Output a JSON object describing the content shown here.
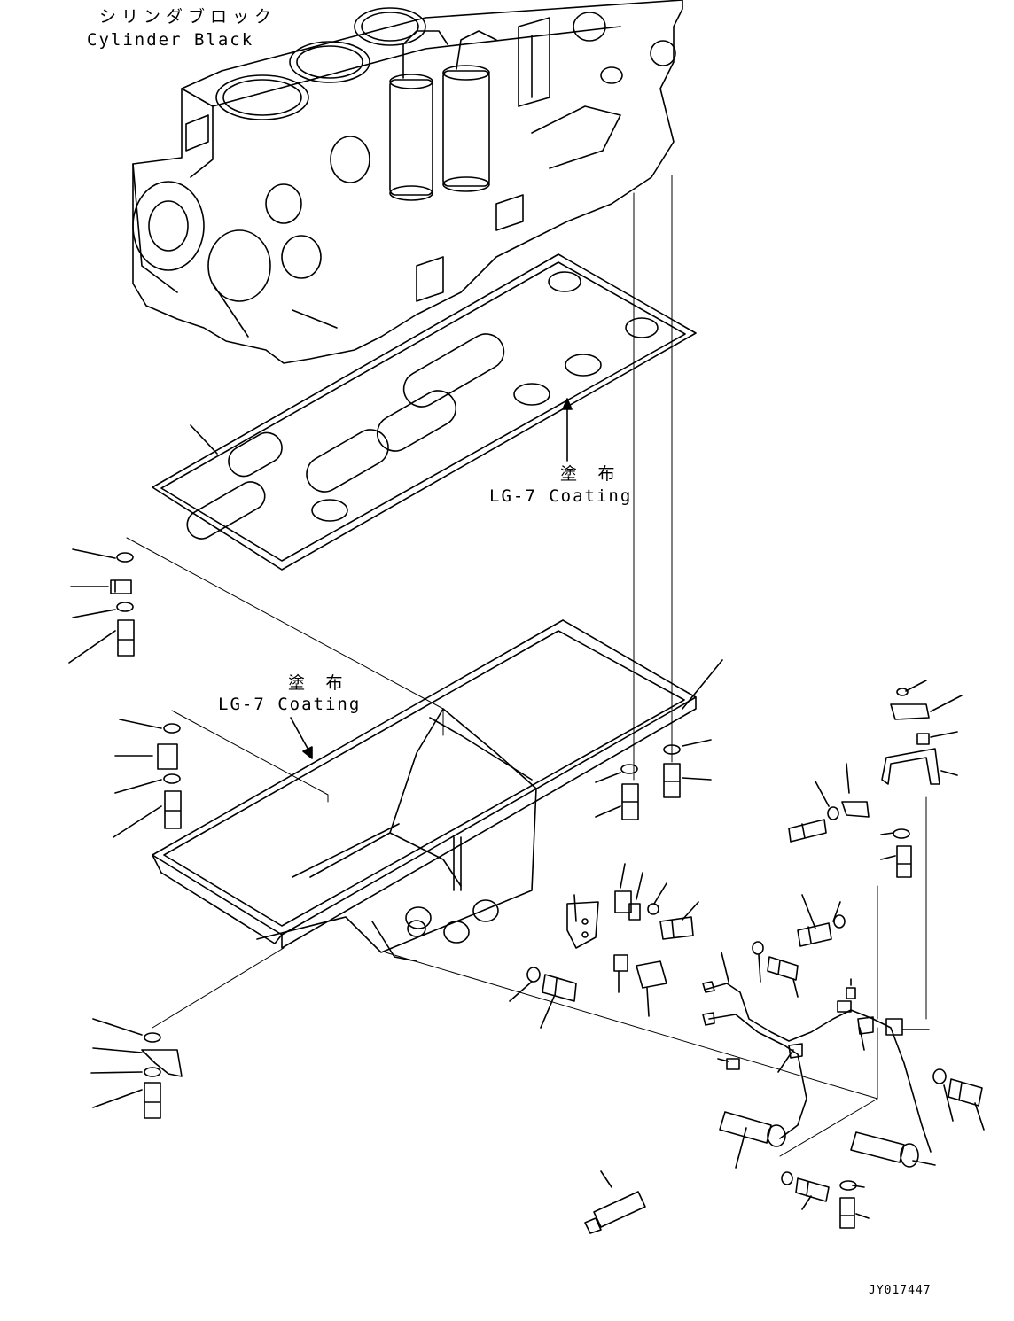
{
  "labels": {
    "cylinder_block_jp": "シリンダブロック",
    "cylinder_block_en": "Cylinder Black",
    "coating_gasket_jp": "塗 布",
    "coating_gasket_en": "LG-7 Coating",
    "coating_pan_jp": "塗 布",
    "coating_pan_en": "LG-7 Coating",
    "document_id": "JY017447"
  },
  "colors": {
    "line": "#000000",
    "background": "#ffffff"
  }
}
